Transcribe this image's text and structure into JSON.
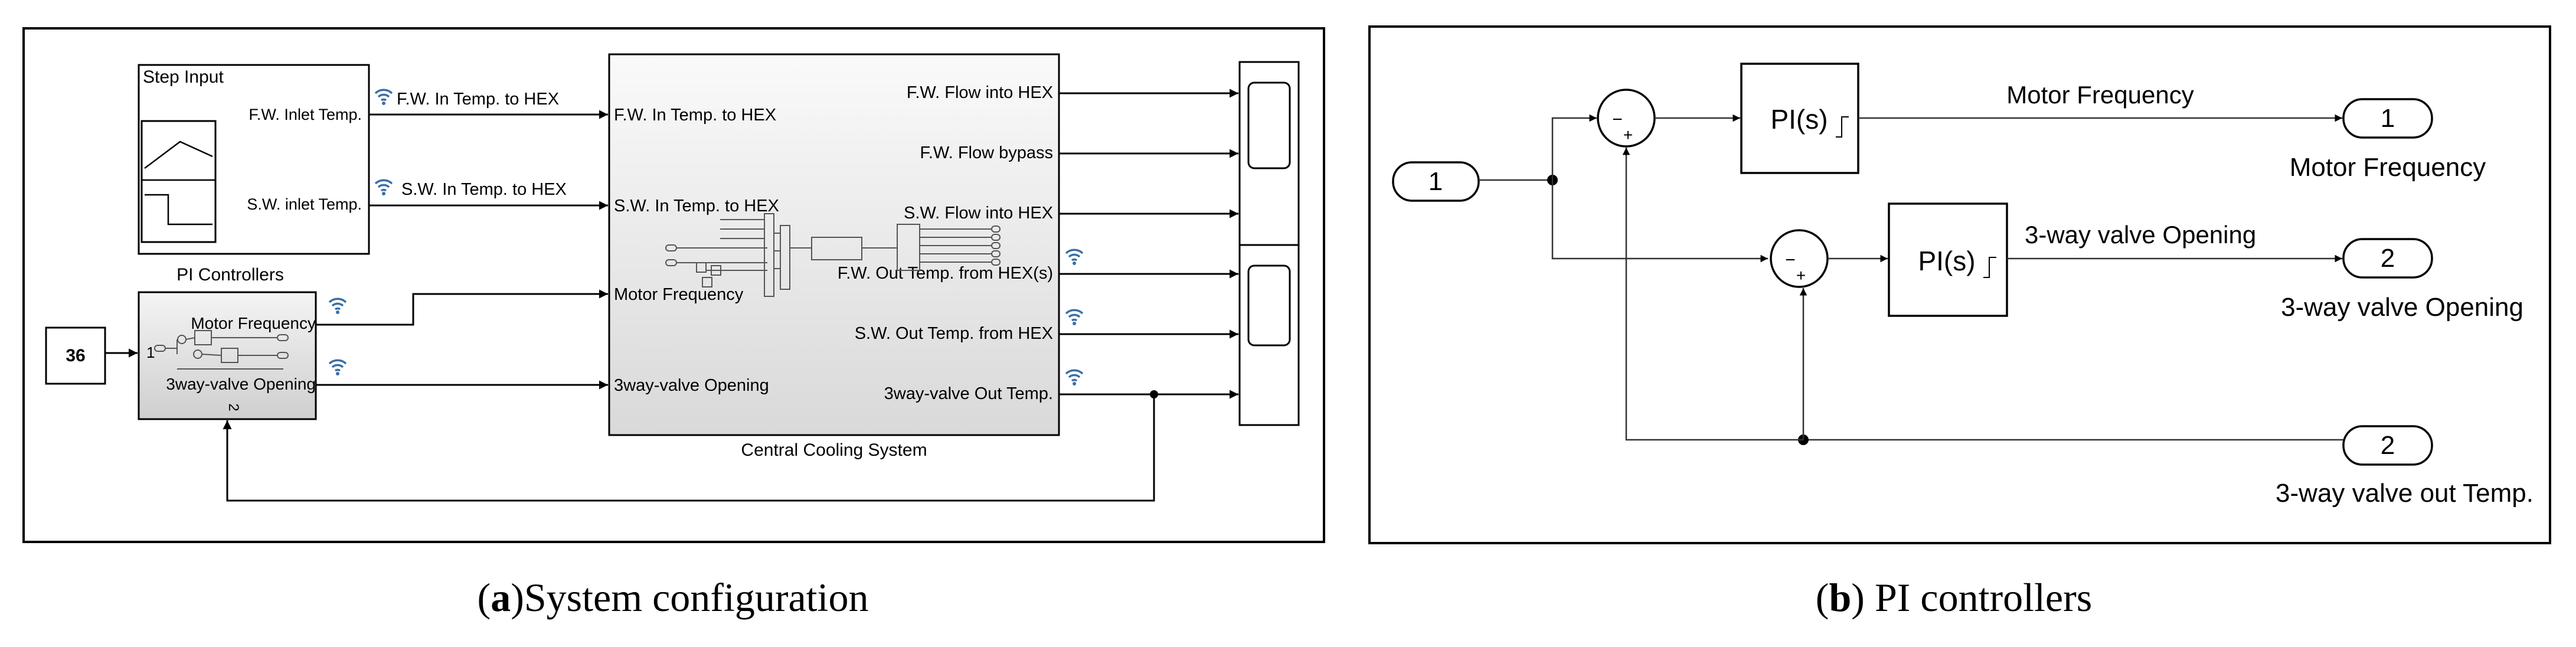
{
  "panel_a": {
    "step_input": {
      "title": "Step Input",
      "fw_inlet": "F.W. Inlet Temp.",
      "sw_inlet": "S.W. inlet Temp."
    },
    "tags": {
      "fw_in": "F.W. In Temp. to HEX",
      "sw_in": "S.W. In Temp. to HEX"
    },
    "pi_controllers": {
      "title": "PI Controllers",
      "motor_frequency": "Motor Frequency",
      "valve_opening": "3way-valve Opening",
      "port_in_1": "1",
      "port_in_2": "2"
    },
    "constant": {
      "value": "36"
    },
    "central_cooling": {
      "title": "Central Cooling System",
      "inputs": [
        "F.W. In Temp. to HEX",
        "S.W. In Temp. to HEX",
        "Motor Frequency",
        "3way-valve Opening"
      ],
      "outputs": [
        "F.W. Flow into HEX",
        "F.W. Flow bypass",
        "S.W. Flow into HEX",
        "F.W. Out Temp. from HEX(s)",
        "S.W. Out Temp. from HEX",
        "3way-valve Out Temp."
      ]
    },
    "caption_bold": "a",
    "caption_rest": "System configuration"
  },
  "panel_b": {
    "in1": "1",
    "sum1_minus": "−",
    "sum1_plus": "+",
    "sum2_minus": "−",
    "sum2_plus": "+",
    "pi1": "PI(s)",
    "pi2": "PI(s)",
    "sig_motor": "Motor Frequency",
    "sig_valve": "3-way valve Opening",
    "out1": "1",
    "out1_label": "Motor Frequency",
    "out2": "2",
    "out2_label": "3-way valve Opening",
    "in2": "2",
    "in2_label": "3-way valve out Temp.",
    "caption_bold": "b",
    "caption_rest": "PI controllers"
  }
}
